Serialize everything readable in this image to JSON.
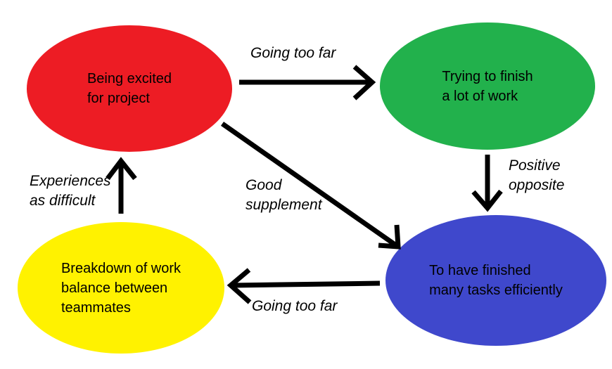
{
  "canvas": {
    "background": "#ffffff",
    "arrow_color": "#000000",
    "text_color": "#000000"
  },
  "nodes": {
    "excited": {
      "color": "#ed1c24",
      "lines": [
        "Being excited",
        "for project"
      ]
    },
    "trying": {
      "color": "#22b14c",
      "lines": [
        "Trying to finish",
        "a lot of work"
      ]
    },
    "finished": {
      "color": "#3f48cc",
      "lines": [
        "To have finished",
        "many tasks efficiently"
      ]
    },
    "breakdown": {
      "color": "#fff200",
      "lines": [
        "Breakdown of work",
        "balance between",
        "teammates"
      ]
    }
  },
  "edges": {
    "excited_to_trying": {
      "label": "Going too far"
    },
    "trying_to_finished": {
      "lines": [
        "Positive",
        "opposite"
      ]
    },
    "excited_to_finished": {
      "lines": [
        "Good",
        "supplement"
      ]
    },
    "finished_to_breakdown": {
      "label": "Going too far"
    },
    "breakdown_to_excited": {
      "lines": [
        "Experiences",
        "as difficult"
      ]
    }
  }
}
